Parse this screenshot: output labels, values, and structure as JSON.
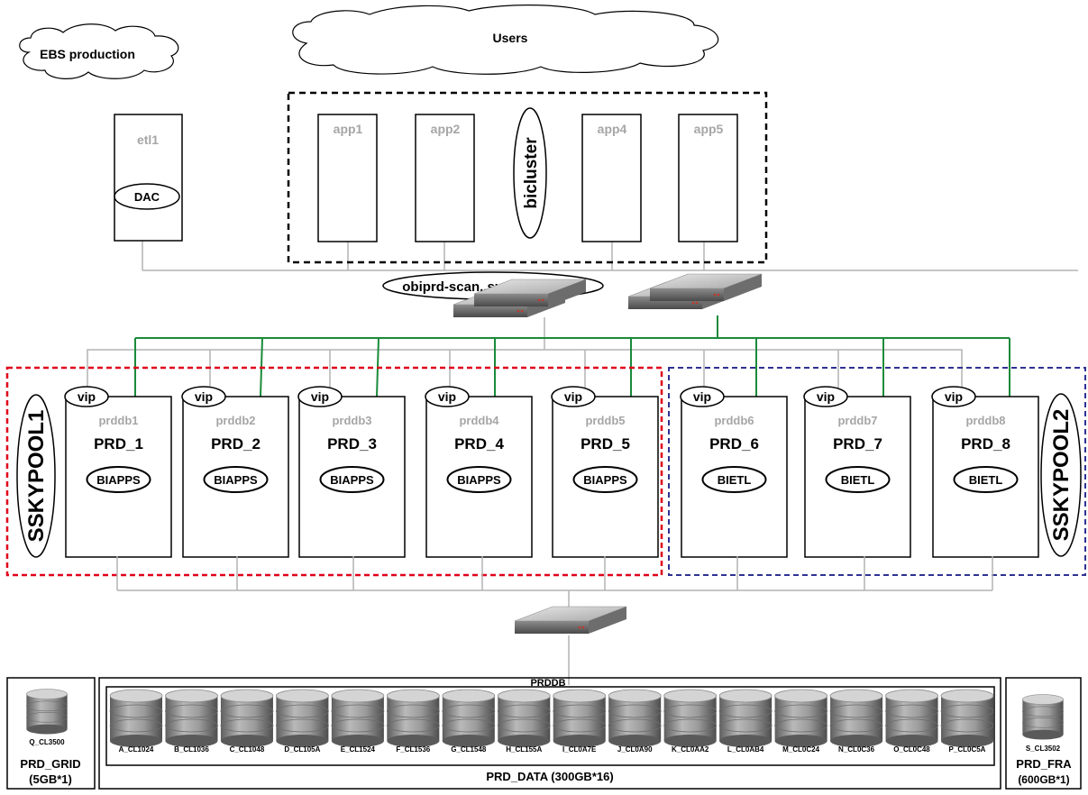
{
  "clouds": {
    "ebs": "EBS production",
    "users": "Users"
  },
  "etl_server": {
    "name": "etl1",
    "service": "DAC"
  },
  "app_cluster": {
    "name": "bicluster",
    "servers": [
      "app1",
      "app2",
      "app4",
      "app5"
    ]
  },
  "scan_name": "obiprd-scan..summersky.biz",
  "pools": [
    {
      "name": "SSKYPOOL1",
      "color": "#e0001b"
    },
    {
      "name": "SSKYPOOL2",
      "color": "#2e3192"
    }
  ],
  "db_nodes": [
    {
      "vip": "vip",
      "host": "prddb1",
      "instance": "PRD_1",
      "service": "BIAPPS"
    },
    {
      "vip": "vip",
      "host": "prddb2",
      "instance": "PRD_2",
      "service": "BIAPPS"
    },
    {
      "vip": "vip",
      "host": "prddb3",
      "instance": "PRD_3",
      "service": "BIAPPS"
    },
    {
      "vip": "vip",
      "host": "prddb4",
      "instance": "PRD_4",
      "service": "BIAPPS"
    },
    {
      "vip": "vip",
      "host": "prddb5",
      "instance": "PRD_5",
      "service": "BIAPPS"
    },
    {
      "vip": "vip",
      "host": "prddb6",
      "instance": "PRD_6",
      "service": "BIETL"
    },
    {
      "vip": "vip",
      "host": "prddb7",
      "instance": "PRD_7",
      "service": "BIETL"
    },
    {
      "vip": "vip",
      "host": "prddb8",
      "instance": "PRD_8",
      "service": "BIETL"
    }
  ],
  "storage": {
    "switch_label": "PRDDB",
    "grid": {
      "disk": "Q_CL3500",
      "label": "PRD_GRID",
      "size": "(5GB*1)"
    },
    "data": {
      "label": "PRD_DATA (300GB*16)",
      "disks": [
        "A_CL1024",
        "B_CL1036",
        "C_CL1048",
        "D_CL105A",
        "E_CL1524",
        "F_CL1536",
        "G_CL1548",
        "H_CL155A",
        "I_CL0A7E",
        "J_CL0A90",
        "K_CL0AA2",
        "L_CL0AB4",
        "M_CL0C24",
        "N_CL0C36",
        "O_CL0C48",
        "P_CL0C5A"
      ]
    },
    "fra": {
      "disk": "S_CL3502",
      "label": "PRD_FRA",
      "size": "(600GB*1)"
    }
  },
  "colors": {
    "public_network": "#1a8a3a",
    "private_network": "#b3b3b3",
    "host_label": "#a6a6a6"
  }
}
